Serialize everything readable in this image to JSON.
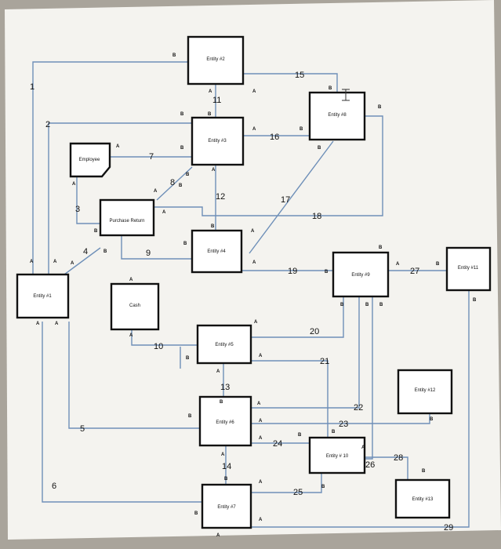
{
  "entities": {
    "e2": "Entity #2",
    "e8": "Entity #8",
    "e3": "Entity #3",
    "employee": "Employee",
    "purchase_return": "Purchase Return",
    "e4": "Entity #4",
    "e9": "Entity #9",
    "e11": "Entity #11",
    "e1": "Entity #1",
    "cash": "Cash",
    "e5": "Entity #5",
    "e12": "Entity #12",
    "e6": "Entity #6",
    "e10": "Entity # 10",
    "e13": "Entity #13",
    "e7": "Entity #7"
  },
  "relationships": [
    "1",
    "2",
    "3",
    "4",
    "5",
    "6",
    "7",
    "8",
    "9",
    "10",
    "11",
    "12",
    "13",
    "14",
    "15",
    "16",
    "17",
    "18",
    "19",
    "20",
    "21",
    "22",
    "23",
    "24",
    "25",
    "26",
    "27",
    "28",
    "29"
  ],
  "cardinality": {
    "a": "A",
    "b": "B"
  }
}
